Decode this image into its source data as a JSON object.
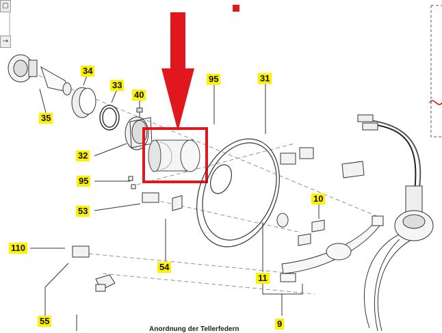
{
  "labels": [
    {
      "text": "34"
    },
    {
      "text": "33"
    },
    {
      "text": "40"
    },
    {
      "text": "35"
    },
    {
      "text": "95"
    },
    {
      "text": "31"
    },
    {
      "text": "32"
    },
    {
      "text": "95"
    },
    {
      "text": "53"
    },
    {
      "text": "10"
    },
    {
      "text": "110"
    },
    {
      "text": "54"
    },
    {
      "text": "11"
    },
    {
      "text": "55"
    },
    {
      "text": "9"
    }
  ],
  "caption": "Anordnung der Tellerfedern",
  "side_widgets": {
    "top_glyph": "□",
    "arrow_glyph": "→"
  },
  "colors": {
    "label_bg": "#fff200",
    "highlight": "#e0181e",
    "line": "#333333"
  }
}
